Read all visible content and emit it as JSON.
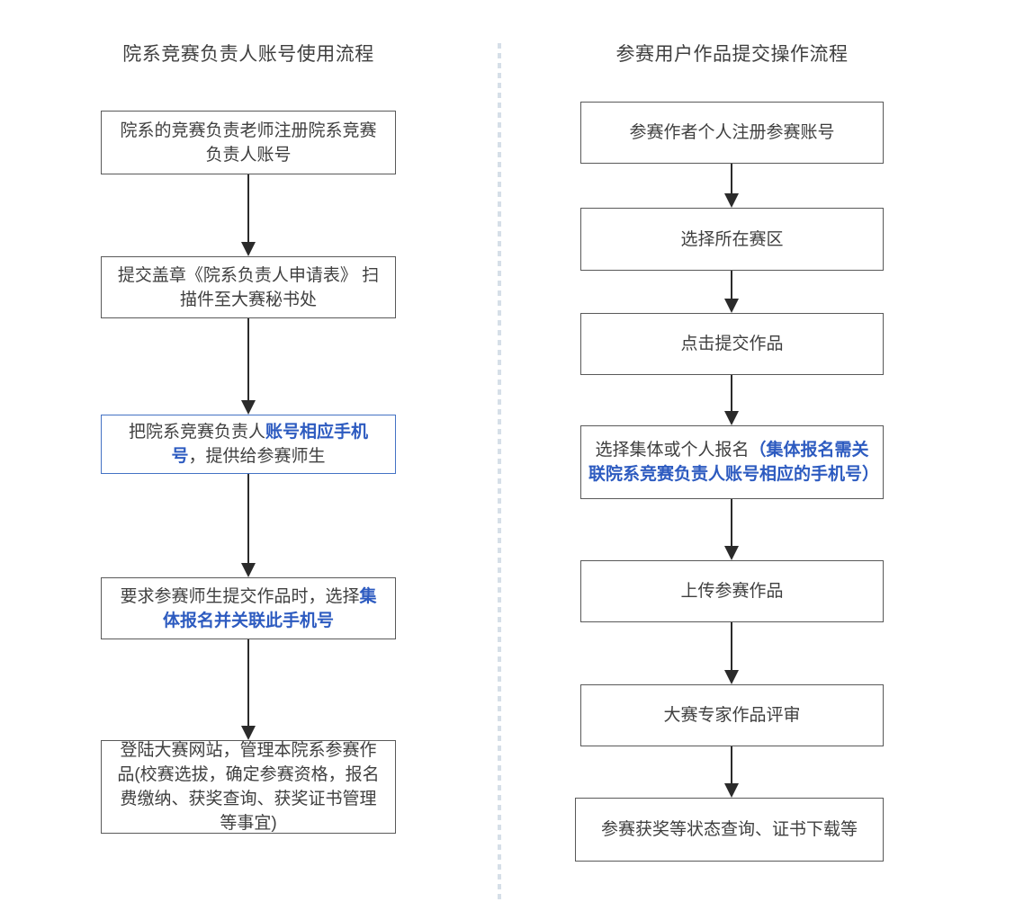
{
  "colors": {
    "background": "#ffffff",
    "box_border": "#595959",
    "box_text": "#3f3f3f",
    "accent_text_blue": "#2d5bc0",
    "accent_border_blue": "#4472c4",
    "divider_dash": "#d6dfe8",
    "arrow": "#2b2b2b"
  },
  "left_flow": {
    "title": "院系竞赛负责人账号使用流程",
    "steps": [
      {
        "parts": [
          {
            "text": "院系的竞赛负责老师注册院系竞赛负责人账号",
            "emphasis": false
          }
        ]
      },
      {
        "parts": [
          {
            "text": "提交盖章《院系负责人申请表》 扫描件至大赛秘书处",
            "emphasis": false
          }
        ]
      },
      {
        "highlight_border": true,
        "parts": [
          {
            "text": "把院系竞赛负责人",
            "emphasis": false
          },
          {
            "text": "账号相应手机号",
            "emphasis": true
          },
          {
            "text": "，提供给参赛师生",
            "emphasis": false
          }
        ]
      },
      {
        "parts": [
          {
            "text": "要求参赛师生提交作品时，选择",
            "emphasis": false
          },
          {
            "text": "集体报名并关联此手机号",
            "emphasis": true
          }
        ]
      },
      {
        "parts": [
          {
            "text": "登陆大赛网站，管理本院系参赛作品(校赛选拔，确定参赛资格，报名费缴纳、获奖查询、获奖证书管理等事宜)",
            "emphasis": false
          }
        ]
      }
    ]
  },
  "right_flow": {
    "title": "参赛用户作品提交操作流程",
    "steps": [
      {
        "parts": [
          {
            "text": "参赛作者个人注册参赛账号",
            "emphasis": false
          }
        ]
      },
      {
        "parts": [
          {
            "text": "选择所在赛区",
            "emphasis": false
          }
        ]
      },
      {
        "parts": [
          {
            "text": "点击提交作品",
            "emphasis": false
          }
        ]
      },
      {
        "parts": [
          {
            "text": "选择集体或个人报名",
            "emphasis": false
          },
          {
            "text": "（集体报名需关联院系竞赛负责人账号相应的手机号）",
            "emphasis": true
          }
        ]
      },
      {
        "parts": [
          {
            "text": "上传参赛作品",
            "emphasis": false
          }
        ]
      },
      {
        "parts": [
          {
            "text": "大赛专家作品评审",
            "emphasis": false
          }
        ]
      },
      {
        "parts": [
          {
            "text": "参赛获奖等状态查询、证书下载等",
            "emphasis": false
          }
        ]
      }
    ]
  }
}
